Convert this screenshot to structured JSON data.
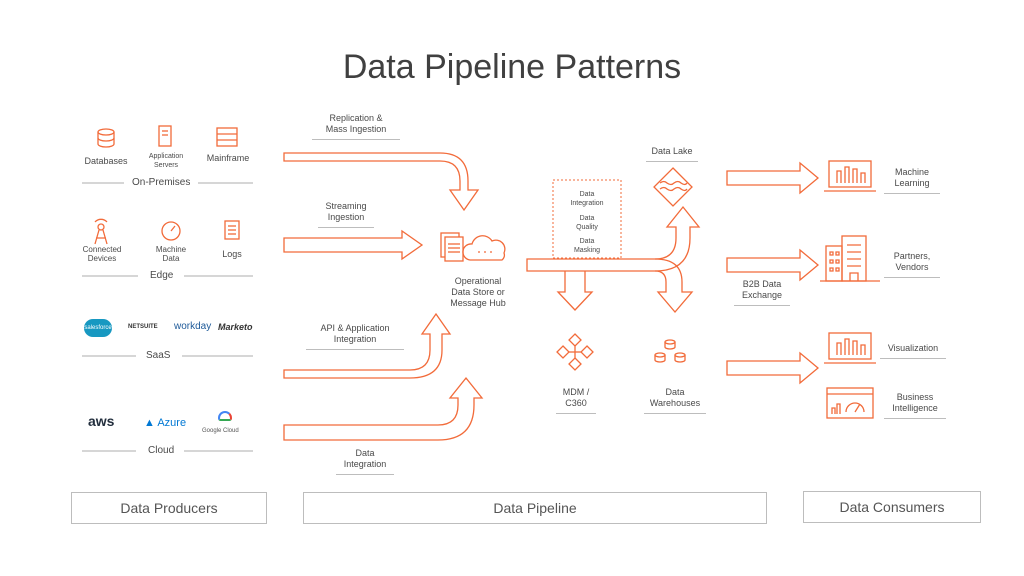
{
  "title": "Data Pipeline Patterns",
  "producers": {
    "on_premises": {
      "items": [
        "Databases",
        "Application\nServers",
        "Mainframe"
      ],
      "group": "On-Premises"
    },
    "edge": {
      "items": [
        "Connected\nDevices",
        "Machine\nData",
        "Logs"
      ],
      "group": "Edge"
    },
    "saas": {
      "items": [
        "salesforce",
        "NETSUITE",
        "workday",
        "Marketo"
      ],
      "group": "SaaS"
    },
    "cloud": {
      "items": [
        "aws",
        "Azure",
        "Google Cloud"
      ],
      "group": "Cloud"
    }
  },
  "pipeline": {
    "replication": "Replication &\nMass Ingestion",
    "streaming": "Streaming\nIngestion",
    "api": "API & Application\nIntegration",
    "data_integration": "Data\nIntegration",
    "ods": "Operational\nData Store or\nMessage Hub",
    "di_box": [
      "Data\nIntegration",
      "Data\nQuality",
      "Data\nMasking"
    ],
    "data_lake": "Data Lake",
    "mdm": "MDM /\nC360",
    "warehouses": "Data\nWarehouses",
    "b2b": "B2B Data\nExchange"
  },
  "consumers": {
    "ml": "Machine\nLearning",
    "partners": "Partners,\nVendors",
    "visualization": "Visualization",
    "bi": "Business\nIntelligence"
  },
  "footer": {
    "producers": "Data Producers",
    "pipeline": "Data Pipeline",
    "consumers": "Data Consumers"
  },
  "colors": {
    "accent": "#f26b3a",
    "text": "#4a4a4a",
    "border": "#bdbdbd",
    "azure": "#0078d4",
    "salesforce": "#1798c1",
    "workday": "#f5a623"
  }
}
